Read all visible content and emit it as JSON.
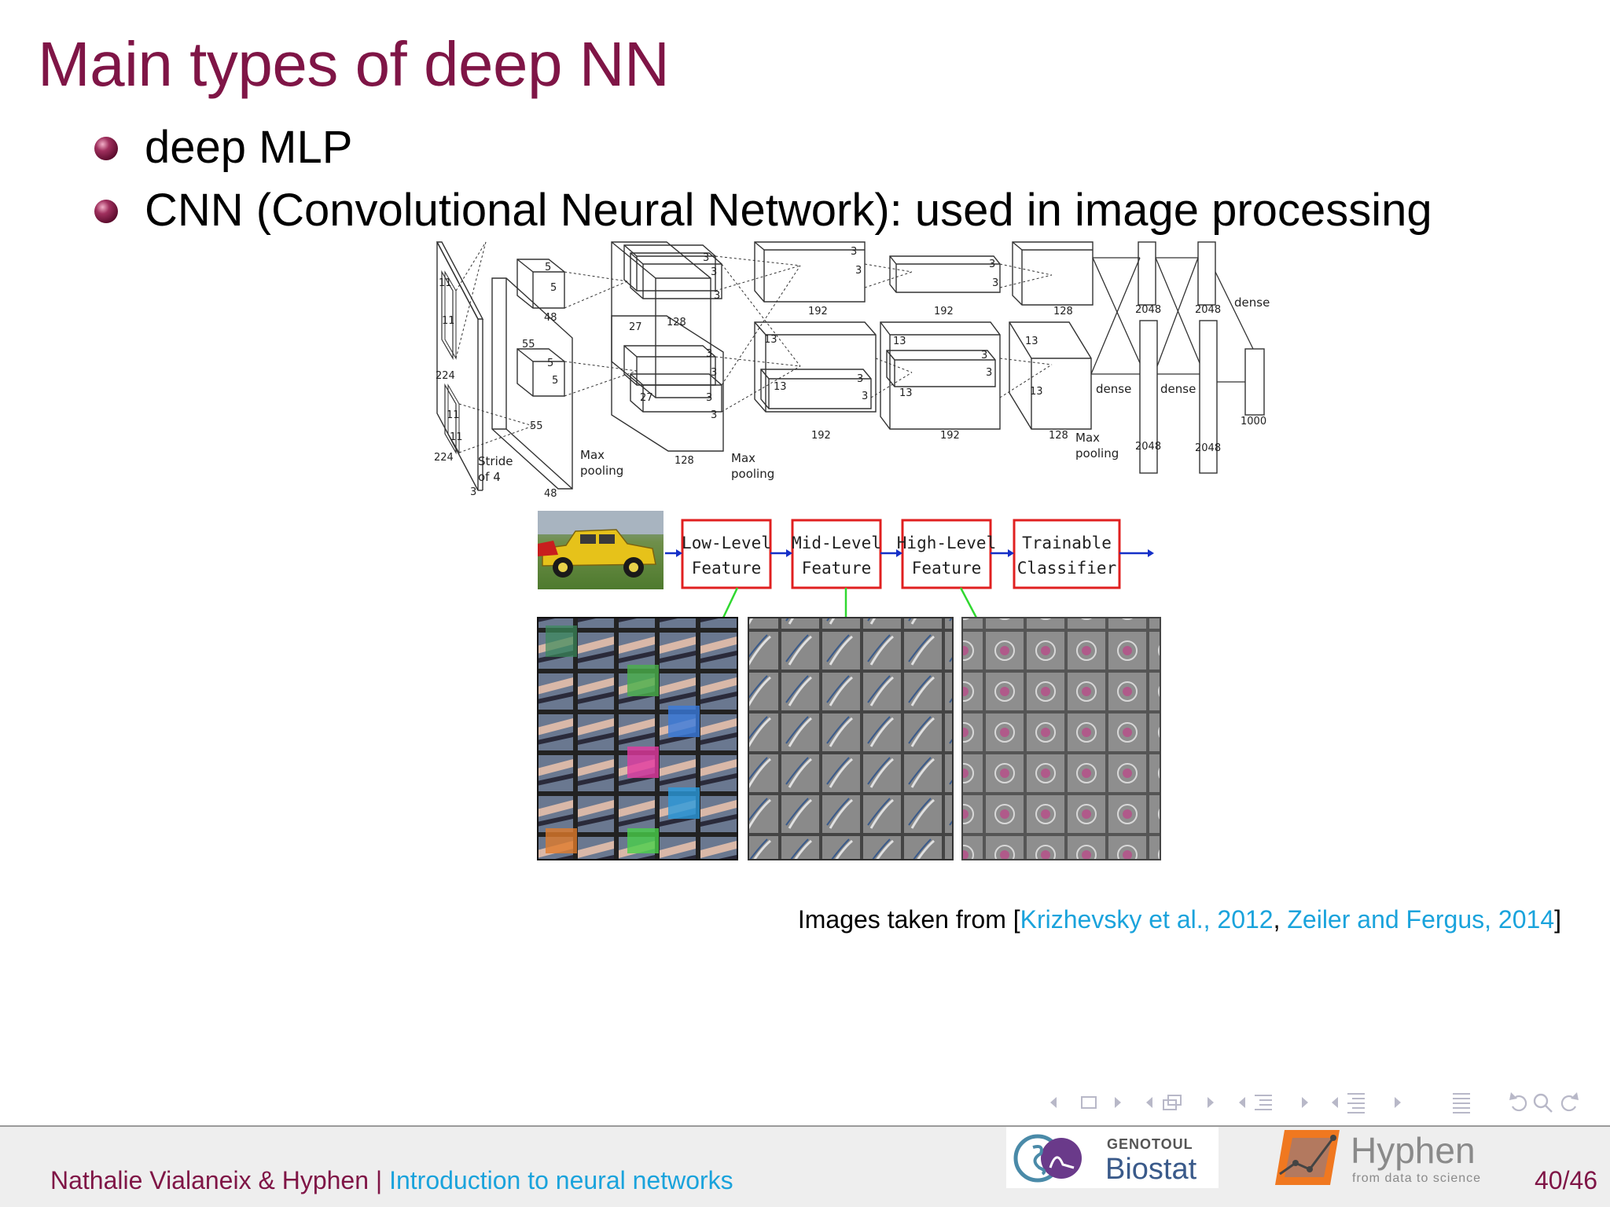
{
  "slide": {
    "title": "Main types of deep NN",
    "bullets": [
      "deep MLP",
      "CNN (Convolutional Neural Network): used in image processing"
    ]
  },
  "architecture_figure": {
    "labels": {
      "input_size": "224",
      "input_size_bottom": "224",
      "channels_in": "3",
      "kernel_11": "11",
      "stride": "Stride",
      "stride_of": "of 4",
      "size_55": "55",
      "size_27": "27",
      "size_13": "13",
      "kernel_5": "5",
      "kernel_3": "3",
      "depth_48": "48",
      "depth_128": "128",
      "depth_192": "192",
      "size_2048": "2048",
      "size_1000": "1000",
      "dense": "dense",
      "max": "Max",
      "pooling": "pooling"
    }
  },
  "pipeline_figure": {
    "stages": [
      {
        "line1": "Low-Level",
        "line2": "Feature"
      },
      {
        "line1": "Mid-Level",
        "line2": "Feature"
      },
      {
        "line1": "High-Level",
        "line2": "Feature"
      },
      {
        "line1": "Trainable",
        "line2": "Classifier"
      }
    ]
  },
  "caption": {
    "prefix": "Images taken from [",
    "cite1": "Krizhevsky et al., 2012",
    "sep": ", ",
    "cite2": "Zeiler and Fergus, 2014",
    "suffix": "]"
  },
  "footer": {
    "authors": "Nathalie Vialaneix & Hyphen",
    "separator": " | ",
    "talk": "Introduction to neural networks",
    "page": "40/46"
  },
  "logos": {
    "biostat_top": "GENOTOUL",
    "biostat_main": "Biostat",
    "hyphen_main": "Hyphen",
    "hyphen_tagline": "from data to science"
  },
  "colors": {
    "title": "#7f1546",
    "link": "#1aa3dc",
    "feature_box": "#e02020",
    "arrow_blue": "#1530c8",
    "arrow_green": "#30d830"
  }
}
